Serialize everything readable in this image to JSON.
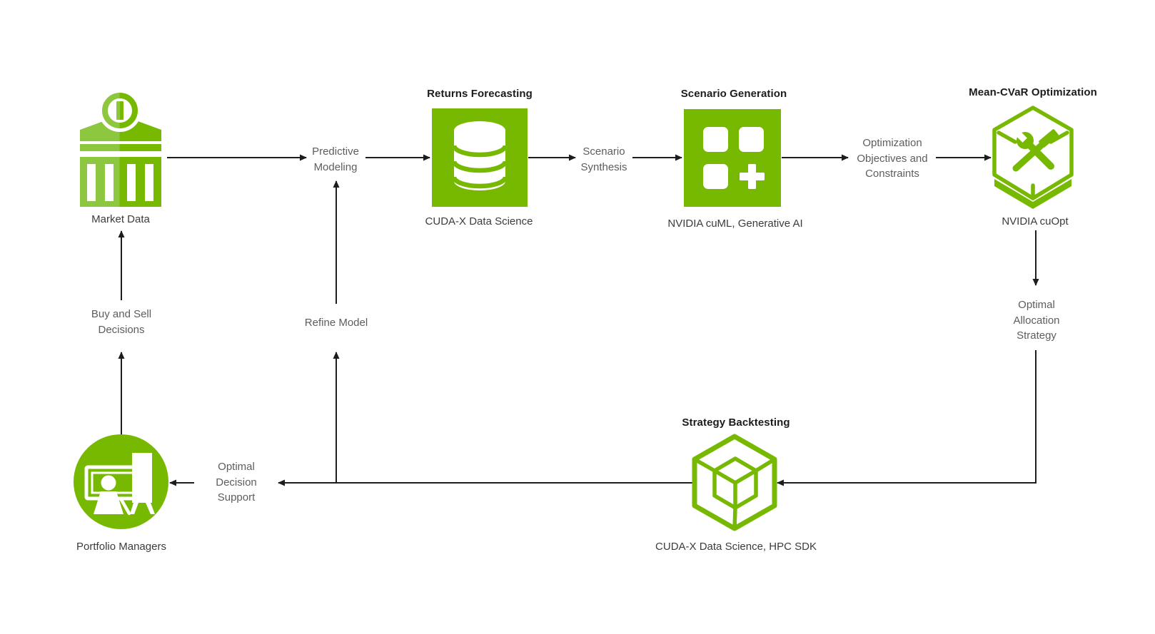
{
  "colors": {
    "green": "#76B900",
    "lightGreen": "#8DC63F",
    "arrow": "#1d1d1d",
    "title": "#1c1c1c",
    "caption": "#3c3c3c",
    "label": "#5d5d5d",
    "bg": "#ffffff"
  },
  "nodes": {
    "market_data": {
      "caption": "Market Data",
      "icon": "bank-icon"
    },
    "returns_forecasting": {
      "title": "Returns Forecasting",
      "caption": "CUDA-X Data Science",
      "icon": "database-icon"
    },
    "scenario_generation": {
      "title": "Scenario Generation",
      "caption": "NVIDIA cuML, Generative AI",
      "icon": "grid-plus-icon"
    },
    "mean_cvar": {
      "title": "Mean-CVaR Optimization",
      "caption": "NVIDIA cuOpt",
      "icon": "hexagon-tools-icon"
    },
    "strategy_backtesting": {
      "title": "Strategy Backtesting",
      "caption": "CUDA-X Data Science, HPC SDK",
      "icon": "wireframe-cube-icon"
    },
    "portfolio_managers": {
      "caption": "Portfolio Managers",
      "icon": "presenter-icon"
    }
  },
  "edge_labels": {
    "predictive_modeling": "Predictive Modeling",
    "scenario_synthesis": "Scenario Synthesis",
    "optimization_objectives": "Optimization Objectives and Constraints",
    "optimal_allocation": "Optimal Allocation Strategy",
    "buy_and_sell": "Buy and Sell Decisions",
    "refine_model": "Refine Model",
    "optimal_decision": "Optimal Decision Support"
  }
}
